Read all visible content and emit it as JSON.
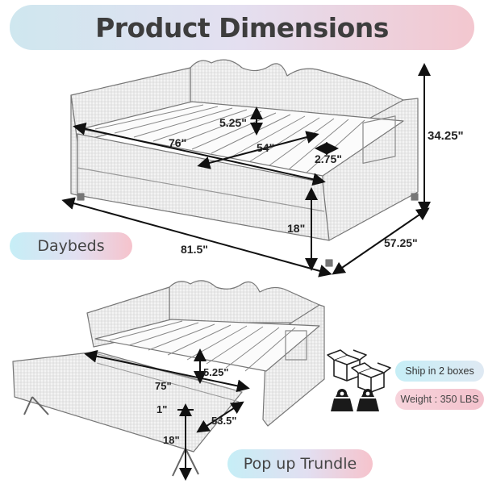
{
  "title": "Product Dimensions",
  "sections": {
    "daybed_label": "Daybeds",
    "trundle_label": "Pop up Trundle"
  },
  "daybed_dimensions": {
    "inner_length": "76\"",
    "inner_width": "54\"",
    "slat_gap": "5.25\"",
    "side_depth": "2.75\"",
    "height": "34.25\"",
    "seat_height": "18\"",
    "overall_length": "81.5\"",
    "overall_width": "57.25\""
  },
  "trundle_dimensions": {
    "length": "75\"",
    "gap": "5.25\"",
    "width": "53.5\"",
    "height": "18\"",
    "clearance": "1\""
  },
  "info": {
    "ship": "Ship in 2 boxes",
    "weight": "Weight : 350 LBS"
  },
  "icons": {
    "boxes": "box-icon",
    "weight": "kettlebell-icon"
  },
  "colors": {
    "title_gradient": [
      "#cfe7ef",
      "#e4dff0",
      "#f3c7cf"
    ],
    "pill_blue": "#c6eef6",
    "pill_pink": "#f6c3cc"
  }
}
